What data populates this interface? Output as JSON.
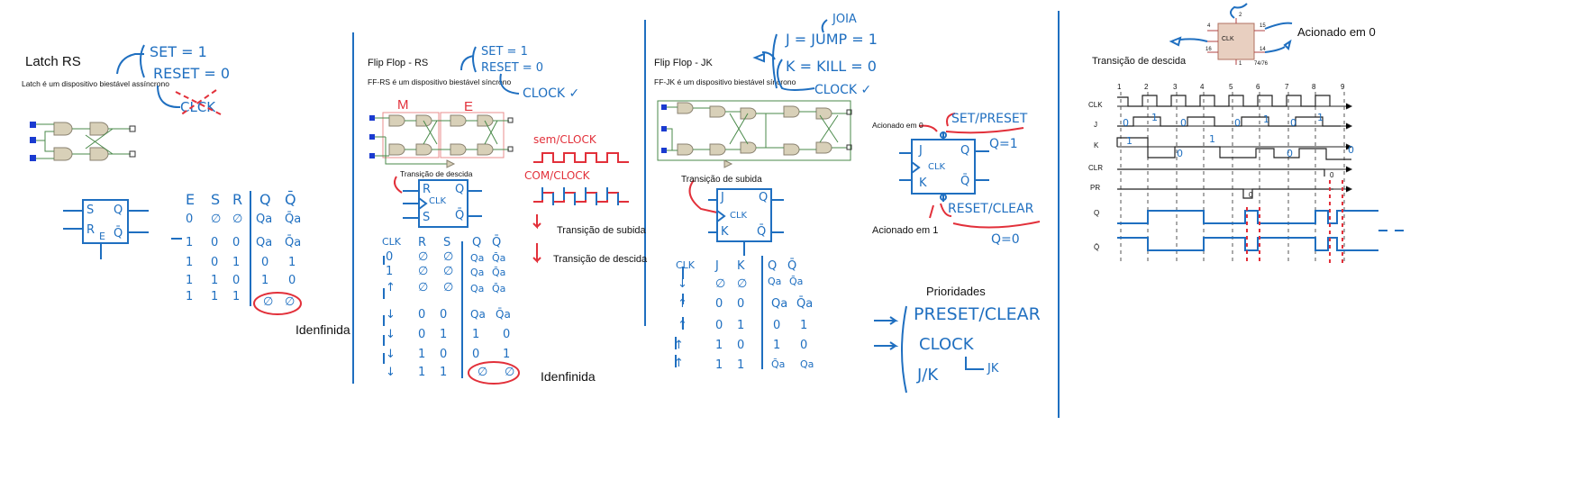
{
  "panel1": {
    "title": "Latch RS",
    "subtitle": "Latch é um dispositivo biestável assíncrono",
    "notes": [
      "SET = 1",
      "RESET = 0",
      "CLCK"
    ],
    "block": {
      "s": "S",
      "r": "R",
      "e": "E",
      "q": "Q",
      "qbar": "Q̄"
    },
    "table": {
      "headers": [
        "E",
        "S",
        "R",
        "Q",
        "Q̄"
      ],
      "rows": [
        [
          "0",
          "∅",
          "∅",
          "Qa",
          "Q̄a"
        ],
        [
          "1",
          "0",
          "0",
          "Qa",
          "Q̄a"
        ],
        [
          "1",
          "0",
          "1",
          "0",
          "1"
        ],
        [
          "1",
          "1",
          "0",
          "1",
          "0"
        ],
        [
          "1",
          "1",
          "1",
          "∅",
          "∅"
        ]
      ]
    },
    "undefined_label": "Idenfinida"
  },
  "panel2": {
    "title": "Flip Flop - RS",
    "subtitle": "FF-RS é um dispositivo biestável síncrono",
    "notes": [
      "SET = 1",
      "RESET = 0",
      "CLOCK ✓"
    ],
    "stage_labels": [
      "M",
      "E"
    ],
    "block_caption": "Transição de descida",
    "block": {
      "r": "R",
      "clk": "CLK",
      "s": "S",
      "q": "Q",
      "qbar": "Q̄"
    },
    "waves": [
      "sem/CLOCK",
      "COM/CLOCK"
    ],
    "rise_label": "Transição de subida",
    "fall_label": "Transição de descida",
    "table": {
      "headers": [
        "CLK",
        "R",
        "S",
        "Q",
        "Q̄"
      ],
      "rows": [
        [
          "0",
          "∅",
          "∅",
          "Qa",
          "Q̄a"
        ],
        [
          "1",
          "∅",
          "∅",
          "Qa",
          "Q̄a"
        ],
        [
          "↑",
          "∅",
          "∅",
          "Qa",
          "Q̄a"
        ],
        [
          "↓",
          "0",
          "0",
          "Qa",
          "Q̄a"
        ],
        [
          "↓",
          "0",
          "1",
          "1",
          "0"
        ],
        [
          "↓",
          "1",
          "0",
          "0",
          "1"
        ],
        [
          "↓",
          "1",
          "1",
          "∅",
          "∅"
        ]
      ]
    },
    "undefined_label": "Idenfinida"
  },
  "panel3": {
    "title": "Flip Flop - JK",
    "subtitle": "FF-JK é um dispositivo biestável síncrono",
    "notes": [
      "JOIA",
      "J = JUMP = 1",
      "K = KILL = 0",
      "CLOCK ✓"
    ],
    "block_caption": "Transição de subida",
    "block": {
      "j": "J",
      "clk": "CLK",
      "k": "K",
      "q": "Q",
      "qbar": "Q̄"
    },
    "table": {
      "headers": [
        "CLK",
        "J",
        "K",
        "Q",
        "Q̄"
      ],
      "rows": [
        [
          "↓",
          "∅",
          "∅",
          "Qa",
          "Q̄a"
        ],
        [
          "↑",
          "0",
          "0",
          "Qa",
          "Q̄a"
        ],
        [
          "↑",
          "0",
          "1",
          "0",
          "1"
        ],
        [
          "↑",
          "1",
          "0",
          "1",
          "0"
        ],
        [
          "↑",
          "1",
          "1",
          "Q̄a",
          "Qa"
        ]
      ]
    },
    "trigger_zero": "Acionado em 0",
    "trigger_one": "Acionado em 1",
    "set_preset": "SET/PRESET",
    "q_one": "Q=1",
    "reset_clear": "RESET/CLEAR",
    "q_zero": "Q=0",
    "priorities_title": "Prioridades",
    "priorities": [
      "PRESET/CLEAR",
      "CLOCK",
      "J/K"
    ],
    "jk_note": "JK"
  },
  "panel4": {
    "caption_left": "Transição de descida",
    "caption_right": "Acionado em 0",
    "chip": {
      "clk": "CLK",
      "pins": [
        "4",
        "15",
        "16",
        "14",
        "2",
        "1",
        "74/76"
      ]
    },
    "rows": [
      "CLK",
      "J",
      "K",
      "CLR",
      "PR",
      "Q",
      "Q̄"
    ],
    "tick_numbers": [
      "1",
      "2",
      "3",
      "4",
      "5",
      "6",
      "7",
      "8",
      "9"
    ],
    "bit_marks": [
      "0",
      "0"
    ],
    "j_marks": [
      "0",
      "1",
      "0",
      "0",
      "1",
      "0",
      "1"
    ],
    "k_marks": [
      "1",
      "0",
      "1",
      "0",
      "0"
    ]
  }
}
